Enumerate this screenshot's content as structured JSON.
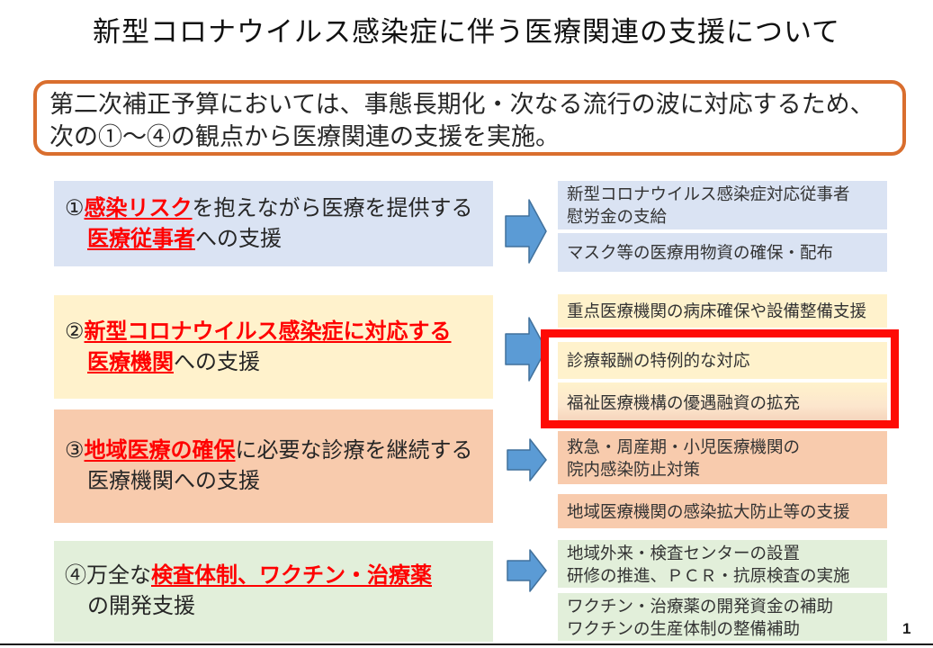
{
  "title": "新型コロナウイルス感染症に伴う医療関連の支援について",
  "page_number": "1",
  "intro": {
    "line1": "第二次補正予算においては、事態長期化・次なる流行の波に対応するため、",
    "line2": "次の①～④の観点から医療関連の支援を実施。"
  },
  "colors": {
    "row1_theme": "#dae3f3",
    "row2_theme": "#fff2cc",
    "row3_theme": "#f8cbad",
    "row4_theme": "#e2efda",
    "arrow_blue": "#5b9bd5",
    "arrow_border": "#41719c",
    "intro_border_orange": "#d96e2e",
    "emphasis_red": "#ff0000",
    "highlight_red": "#fe0b05"
  },
  "rows": [
    {
      "left": {
        "line1": [
          {
            "text": "①",
            "emphasis": false
          },
          {
            "text": "感染リスク",
            "emphasis": true
          },
          {
            "text": "を抱えながら医療を提供する",
            "emphasis": false
          }
        ],
        "line2": [
          {
            "text": "医療従事者",
            "emphasis": true
          },
          {
            "text": "への支援",
            "emphasis": false
          }
        ]
      },
      "items": [
        {
          "text": "新型コロナウイルス感染症対応従事者\n慰労金の支給"
        },
        {
          "text": "マスク等の医療用物資の確保・配布"
        }
      ]
    },
    {
      "left": {
        "line1": [
          {
            "text": "②",
            "emphasis": false
          },
          {
            "text": "新型コロナウイルス感染症に対応する",
            "emphasis": true
          }
        ],
        "line2": [
          {
            "text": "医療機関",
            "emphasis": true
          },
          {
            "text": "への支援",
            "emphasis": false
          }
        ]
      },
      "items": [
        {
          "text": "重点医療機関の病床確保や設備整備支援"
        },
        {
          "text": "診療報酬の特例的な対応"
        },
        {
          "text": "福祉医療機構の優遇融資の拡充"
        }
      ]
    },
    {
      "left": {
        "line1": [
          {
            "text": "③",
            "emphasis": false
          },
          {
            "text": "地域医療の確保",
            "emphasis": true
          },
          {
            "text": "に必要な診療を継続する",
            "emphasis": false
          }
        ],
        "line2": [
          {
            "text": "医療機関への支援",
            "emphasis": false
          }
        ]
      },
      "items": [
        {
          "text": "救急・周産期・小児医療機関の\n院内感染防止対策"
        },
        {
          "text": "地域医療機関の感染拡大防止等の支援"
        }
      ]
    },
    {
      "left": {
        "line1": [
          {
            "text": "④万全な",
            "emphasis": false
          },
          {
            "text": "検査体制、ワクチン・治療薬",
            "emphasis": true
          }
        ],
        "line2": [
          {
            "text": "の開発支援",
            "emphasis": false
          }
        ]
      },
      "items": [
        {
          "text": "地域外来・検査センターの設置\n研修の推進、ＰＣＲ・抗原検査の実施"
        },
        {
          "text": "ワクチン・治療薬の開発資金の補助\nワクチンの生産体制の整備補助"
        }
      ]
    }
  ]
}
